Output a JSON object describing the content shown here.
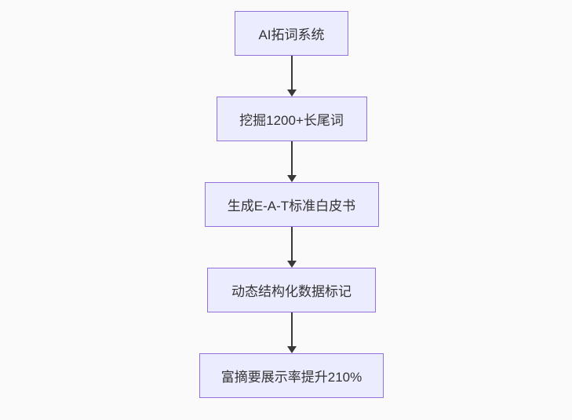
{
  "diagram": {
    "type": "flowchart-top-down",
    "nodes": [
      {
        "id": "A",
        "label": "AI拓词系统"
      },
      {
        "id": "B",
        "label": "挖掘1200+长尾词"
      },
      {
        "id": "C",
        "label": "生成E-A-T标准白皮书"
      },
      {
        "id": "D",
        "label": "动态结构化数据标记"
      },
      {
        "id": "E",
        "label": "富摘要展示率提升210%"
      }
    ],
    "edges": [
      {
        "from": "A",
        "to": "B"
      },
      {
        "from": "B",
        "to": "C"
      },
      {
        "from": "C",
        "to": "D"
      },
      {
        "from": "D",
        "to": "E"
      }
    ],
    "colors": {
      "node_fill": "#ECECFF",
      "node_border": "#9370DB",
      "node_text": "#333333",
      "arrow": "#383838",
      "background": "#fafafa"
    }
  }
}
